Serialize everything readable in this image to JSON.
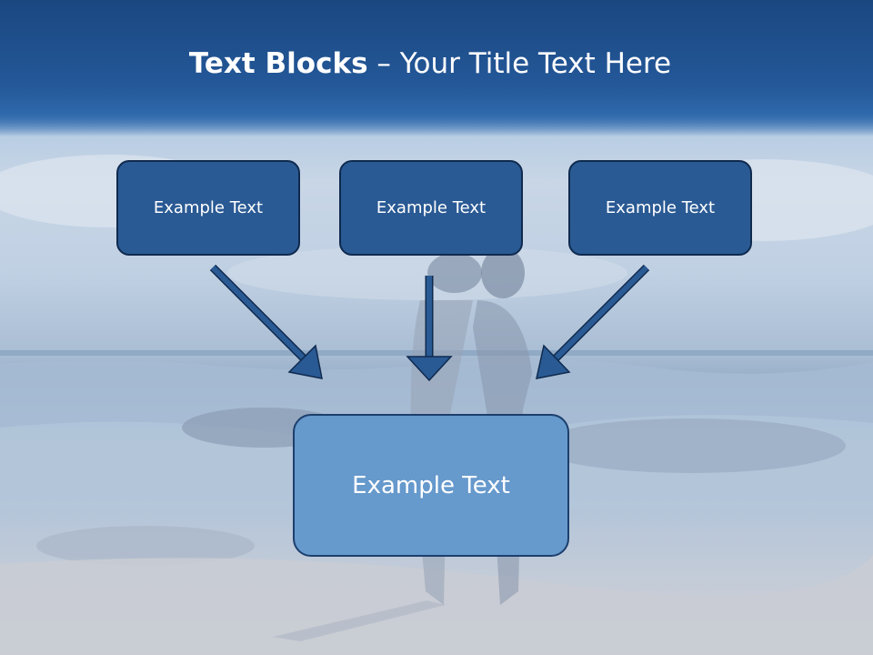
{
  "title": {
    "bold": "Text Blocks",
    "separator": " – ",
    "rest": "Your Title Text Here"
  },
  "boxes": {
    "left": "Example Text",
    "center": "Example Text",
    "right": "Example Text",
    "main": "Example Text"
  },
  "colors": {
    "title_bar": "#26538f",
    "small_box_fill": "#2a5a94",
    "main_box_fill": "#6699cc",
    "arrow": "#2a5a94",
    "box_border": "#0f2a4e"
  }
}
